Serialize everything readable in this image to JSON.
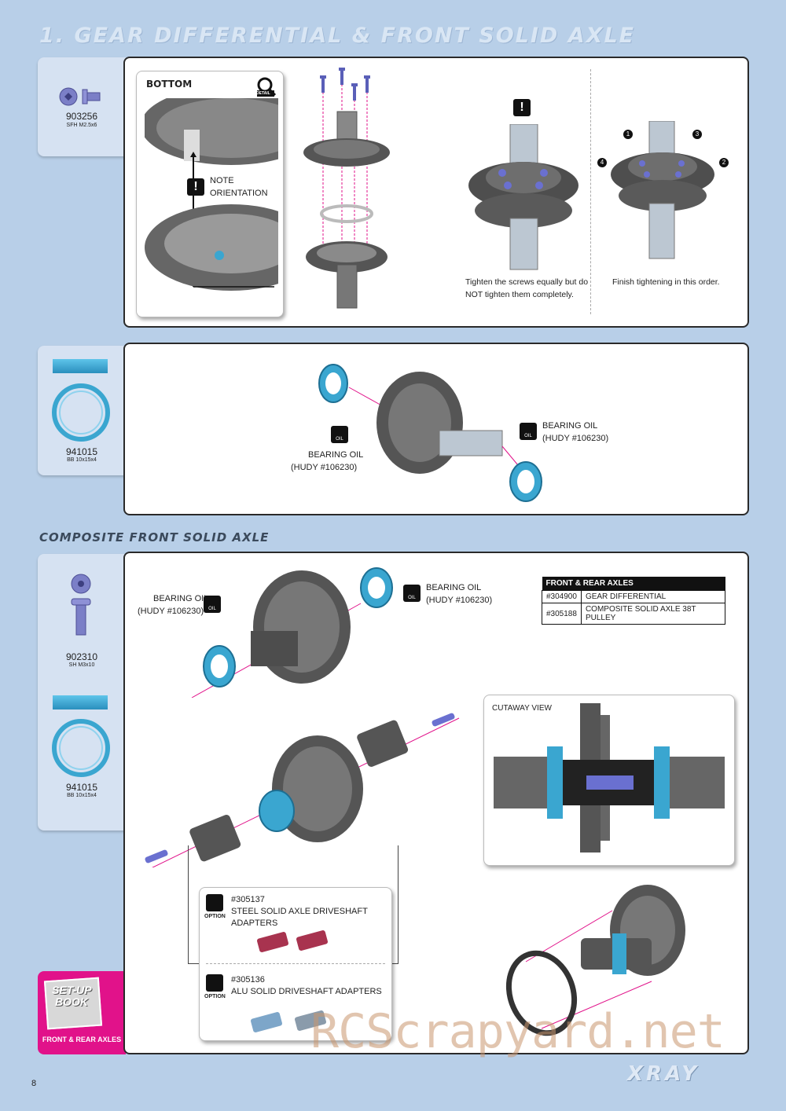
{
  "title": "1. GEAR DIFFERENTIAL & FRONT SOLID AXLE",
  "subtitle": "COMPOSITE FRONT SOLID AXLE",
  "page_number": "8",
  "brand": "XRAY",
  "watermark": "RCScrapyard.net",
  "section1": {
    "part_no": "903256",
    "part_desc": "SFH M2.5x6",
    "bottom_label": "BOTTOM",
    "detail_label": "DETAIL",
    "note": "NOTE",
    "orientation": "ORIENTATION",
    "caption_tighten_1": "Tighten the screws equally but do",
    "caption_tighten_2": "NOT tighten them completely.",
    "caption_finish": "Finish tightening in this order.",
    "order_1": "1",
    "order_2": "2",
    "order_3": "3",
    "order_4": "4"
  },
  "section2": {
    "part_no": "941015",
    "part_desc": "BB 10x15x4",
    "oil_left_1": "BEARING OIL",
    "oil_left_2": "(HUDY #106230)",
    "oil_right_1": "BEARING OIL",
    "oil_right_2": "(HUDY #106230)",
    "oil_icon": "OIL"
  },
  "section3": {
    "part1_no": "902310",
    "part1_desc": "SH M3x10",
    "part2_no": "941015",
    "part2_desc": "BB 10x15x4",
    "oil_left_1": "BEARING OIL",
    "oil_left_2": "(HUDY #106230)",
    "oil_right_1": "BEARING OIL",
    "oil_right_2": "(HUDY #106230)",
    "oil_icon": "OIL",
    "table_header": "FRONT & REAR AXLES",
    "table_rows": [
      {
        "code": "#304900",
        "name": "GEAR DIFFERENTIAL"
      },
      {
        "code": "#305188",
        "name": "COMPOSITE SOLID AXLE 38T PULLEY"
      }
    ],
    "cutaway_label": "CUTAWAY VIEW",
    "option_label": "OPTION",
    "option1_code": "#305137",
    "option1_name": "STEEL SOLID AXLE DRIVESHAFT ADAPTERS",
    "option2_code": "#305136",
    "option2_name": "ALU SOLID DRIVESHAFT ADAPTERS",
    "setup_book_1": "SET-UP",
    "setup_book_2": "BOOK",
    "setup_label": "FRONT & REAR AXLES"
  },
  "colors": {
    "background": "#b8cfe8",
    "bearing": "#3aa6d0",
    "magenta": "#e1128a",
    "gear": "#555555"
  }
}
